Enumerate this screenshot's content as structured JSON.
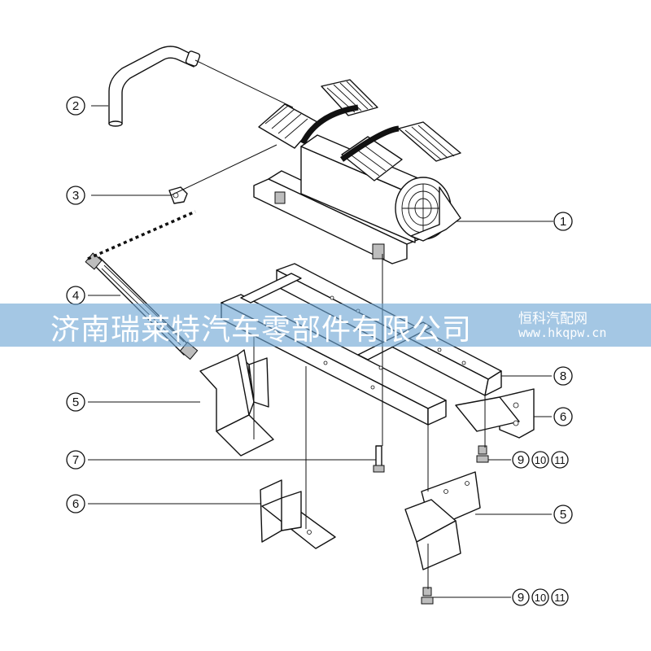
{
  "callouts": [
    {
      "label": "1"
    },
    {
      "label": "2"
    },
    {
      "label": "3"
    },
    {
      "label": "4"
    },
    {
      "label": "5"
    },
    {
      "label": "6"
    },
    {
      "label": "7"
    },
    {
      "label": "8"
    },
    {
      "label": "6"
    },
    {
      "label": "5"
    }
  ],
  "fastener_callouts": [
    {
      "labels": [
        "9",
        "10",
        "11"
      ]
    },
    {
      "labels": [
        "9",
        "10",
        "11"
      ]
    }
  ],
  "watermark": {
    "company": "济南瑞莱特汽车零部件有限公司",
    "brand": "恒科汽配网",
    "url": "www.hkqpw.cn"
  }
}
